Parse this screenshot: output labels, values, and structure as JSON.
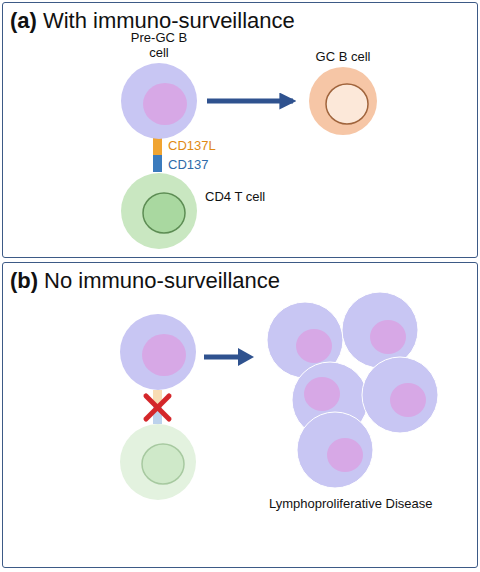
{
  "diagram": {
    "nodes": [
      {
        "text": [
          "(a)",
          "With immuno-surveillance"
        ]
      },
      {
        "text": [
          "Pre-GC B cell"
        ],
        "in": 0
      },
      {
        "text": [
          "GC B cell"
        ],
        "in": 0
      },
      {
        "text": [
          "CD4 T cell"
        ],
        "in": 0
      },
      {
        "text": [
          "(b)",
          "No immuno-surveillance"
        ]
      }
    ],
    "edges": [
      {
        "from": 1,
        "to": 2,
        "arrow": "to"
      }
    ],
    "labels": [
      "CD137L",
      "CD137",
      "Lymphoproliferative Disease"
    ]
  }
}
